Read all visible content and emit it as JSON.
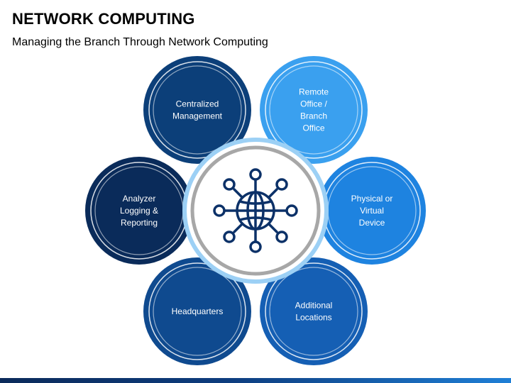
{
  "header": {
    "title": "NETWORK COMPUTING",
    "subtitle": "Managing the Branch Through Network Computing"
  },
  "center": {
    "icon": "network-globe-icon"
  },
  "nodes": [
    {
      "id": "centralized",
      "lines": [
        "Centralized",
        "Management"
      ],
      "color": "#0c3f79"
    },
    {
      "id": "remote",
      "lines": [
        "Remote",
        "Office /",
        "Branch",
        "Office"
      ],
      "color": "#3aa0ef"
    },
    {
      "id": "physical",
      "lines": [
        "Physical or",
        "Virtual",
        "Device"
      ],
      "color": "#1e83e0"
    },
    {
      "id": "additional",
      "lines": [
        "Additional",
        "Locations"
      ],
      "color": "#155fb4"
    },
    {
      "id": "headquarters",
      "lines": [
        "Headquarters"
      ],
      "color": "#0f4a8f"
    },
    {
      "id": "analyzer",
      "lines": [
        "Analyzer",
        "Logging &",
        "Reporting"
      ],
      "color": "#0a2b5a"
    }
  ],
  "colors": {
    "ring_outer": "#9cd0f5",
    "ring_inner": "#a7a7a7",
    "icon": "#0c3168"
  }
}
